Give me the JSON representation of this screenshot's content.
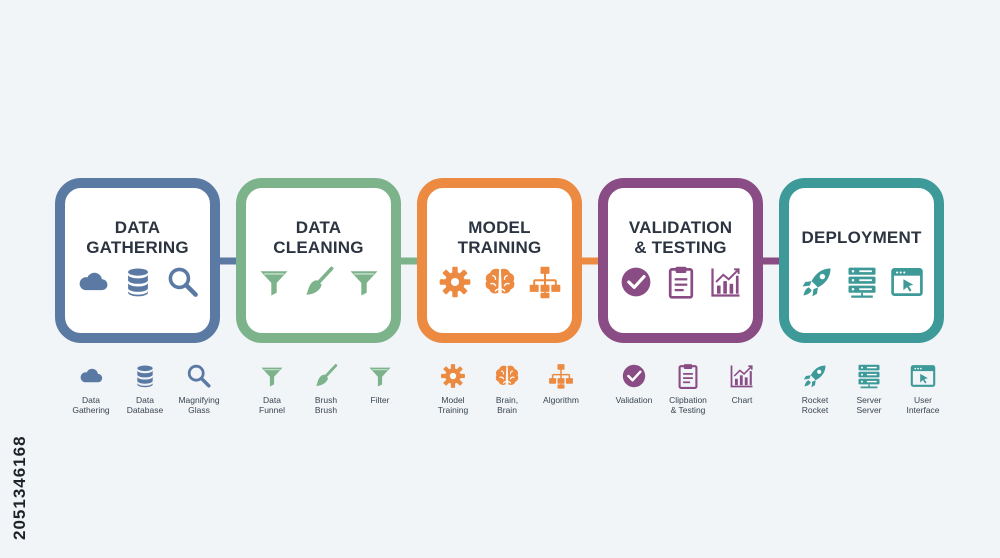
{
  "colors": {
    "background": "#f1f5f8",
    "gathering": "#5a7aa3",
    "cleaning": "#7cb38a",
    "training": "#ec8a41",
    "validation": "#8a4c84",
    "deployment": "#3e9a98",
    "title_text": "#2b3440"
  },
  "stages": [
    {
      "title": "DATA\nGATHERING",
      "icons": [
        "cloud-icon",
        "database-icon",
        "magnifying-glass-icon"
      ]
    },
    {
      "title": "DATA\nCLEANING",
      "icons": [
        "funnel-icon",
        "brush-icon",
        "filter-icon"
      ]
    },
    {
      "title": "MODEL\nTRAINING",
      "icons": [
        "gear-icon",
        "brain-icon",
        "algorithm-icon"
      ]
    },
    {
      "title": "VALIDATION\n& TESTING",
      "icons": [
        "check-circle-icon",
        "clipboard-icon",
        "chart-icon"
      ]
    },
    {
      "title": "DEPLOYMENT",
      "icons": [
        "rocket-icon",
        "server-icon",
        "user-interface-icon"
      ]
    }
  ],
  "legend": [
    [
      {
        "icon": "cloud-icon",
        "label": "Data\nGathering"
      },
      {
        "icon": "database-icon",
        "label": "Data\nDatabase"
      },
      {
        "icon": "magnifying-glass-icon",
        "label": "Magnifying\nGlass"
      }
    ],
    [
      {
        "icon": "funnel-icon",
        "label": "Data\nFunnel"
      },
      {
        "icon": "brush-icon",
        "label": "Brush\nBrush"
      },
      {
        "icon": "filter-icon",
        "label": "Filter"
      }
    ],
    [
      {
        "icon": "gear-icon",
        "label": "Model\nTraining"
      },
      {
        "icon": "brain-icon",
        "label": "Brain,\nBrain"
      },
      {
        "icon": "algorithm-icon",
        "label": "Algorithm"
      }
    ],
    [
      {
        "icon": "check-circle-icon",
        "label": "Validation"
      },
      {
        "icon": "clipboard-icon",
        "label": "Clipbation\n& Testing"
      },
      {
        "icon": "chart-icon",
        "label": "Chart"
      }
    ],
    [
      {
        "icon": "rocket-icon",
        "label": "Rocket\nRocket"
      },
      {
        "icon": "server-icon",
        "label": "Server\nServer"
      },
      {
        "icon": "user-interface-icon",
        "label": "User\nInterface"
      }
    ]
  ],
  "watermark": "2051346168"
}
